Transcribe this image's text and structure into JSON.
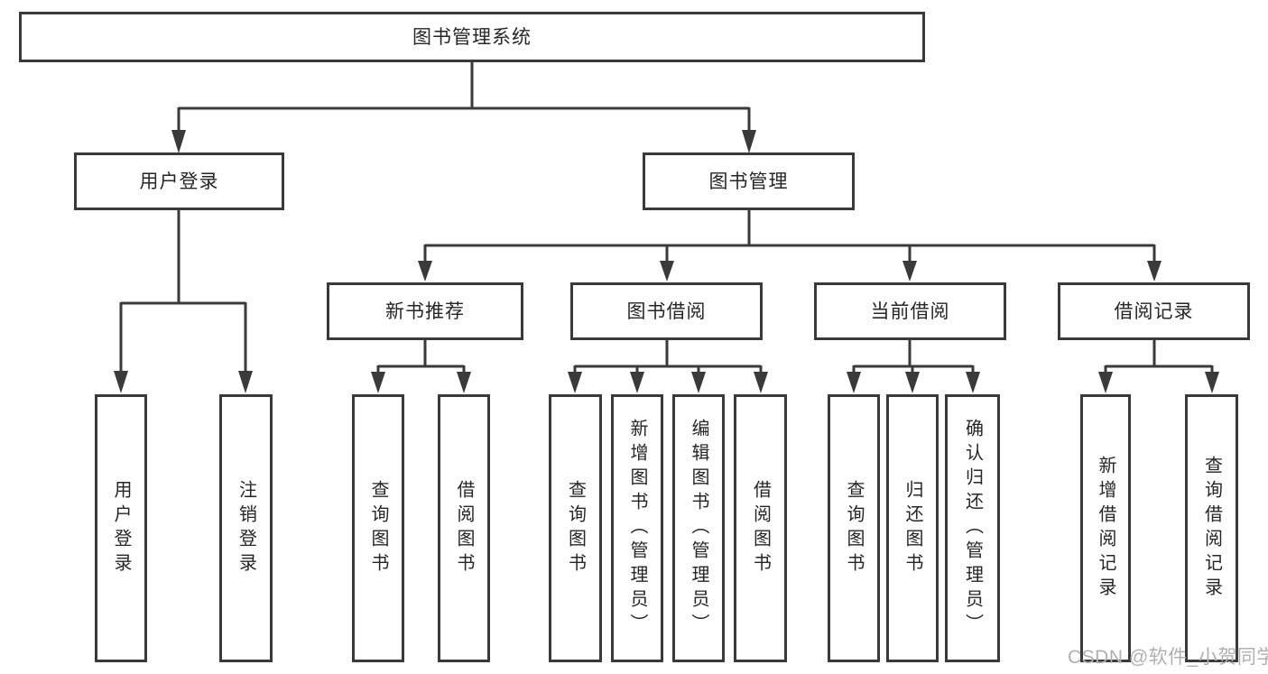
{
  "diagram": {
    "root": {
      "label": "图书管理系统"
    },
    "level2": [
      {
        "id": "user-login",
        "label": "用户登录"
      },
      {
        "id": "book-management",
        "label": "图书管理"
      }
    ],
    "level3": [
      {
        "id": "new-book-recommend",
        "label": "新书推荐"
      },
      {
        "id": "book-borrow",
        "label": "图书借阅"
      },
      {
        "id": "current-borrow",
        "label": "当前借阅"
      },
      {
        "id": "borrow-records",
        "label": "借阅记录"
      }
    ],
    "leaves": [
      {
        "id": "user-login-leaf",
        "label": "用户登录"
      },
      {
        "id": "logout",
        "label": "注销登录"
      },
      {
        "id": "query-books-1",
        "label": "查询图书"
      },
      {
        "id": "borrow-books-1",
        "label": "借阅图书"
      },
      {
        "id": "query-books-2",
        "label": "查询图书"
      },
      {
        "id": "add-books-admin",
        "label": "新增图书（管理员）"
      },
      {
        "id": "edit-books-admin",
        "label": "编辑图书（管理员）"
      },
      {
        "id": "borrow-books-2",
        "label": "借阅图书"
      },
      {
        "id": "query-books-3",
        "label": "查询图书"
      },
      {
        "id": "return-books",
        "label": "归还图书"
      },
      {
        "id": "confirm-return-admin",
        "label": "确认归还（管理员）"
      },
      {
        "id": "add-borrow-record",
        "label": "新增借阅记录"
      },
      {
        "id": "query-borrow-record",
        "label": "查询借阅记录"
      }
    ],
    "watermark": {
      "text": "CSDN @软件_小贺同学"
    },
    "colors": {
      "line": "#3a3a3a",
      "text": "#262626",
      "box_background": "#ffffff",
      "watermark": "#b0b0b0"
    }
  }
}
